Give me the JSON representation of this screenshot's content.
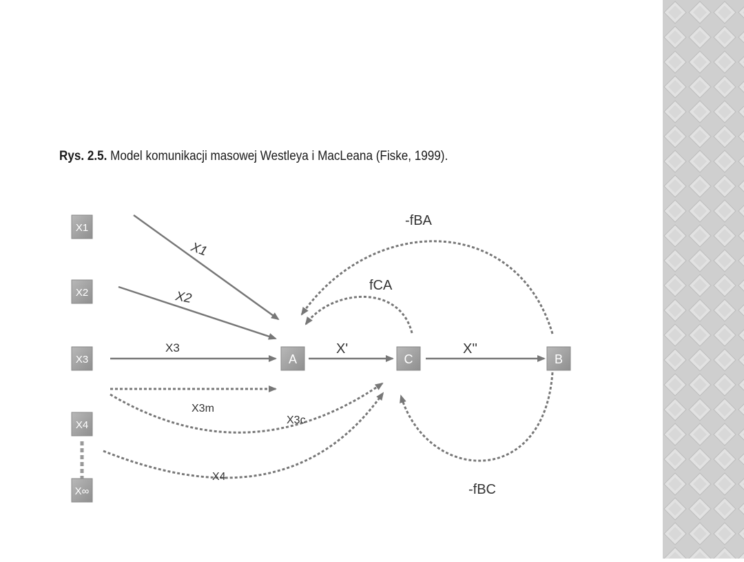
{
  "caption": {
    "bold": "Rys. 2.5.",
    "text": " Model komunikacji masowej Westleya i MacLeana (Fiske, 1999)."
  },
  "diagram": {
    "nodes": {
      "x1": "X1",
      "x2": "X2",
      "x3": "X3",
      "x4": "X4",
      "x5": "X∞",
      "a": "A",
      "c": "C",
      "b": "B"
    },
    "labels": {
      "x1": "X1",
      "x2": "X2",
      "x3": "X3",
      "x3m": "X3m",
      "x3c": "X3c",
      "x4": "X4",
      "x_prime": "X'",
      "x_dprime": "X''",
      "f_ba": "-fBA",
      "f_ca": "fCA",
      "f_bc": "-fBC"
    }
  },
  "colors": {
    "node_fill": "#a6a6a6",
    "node_text": "#ffffff",
    "arrow": "#777777",
    "side_pattern": "#d4d4d4"
  }
}
